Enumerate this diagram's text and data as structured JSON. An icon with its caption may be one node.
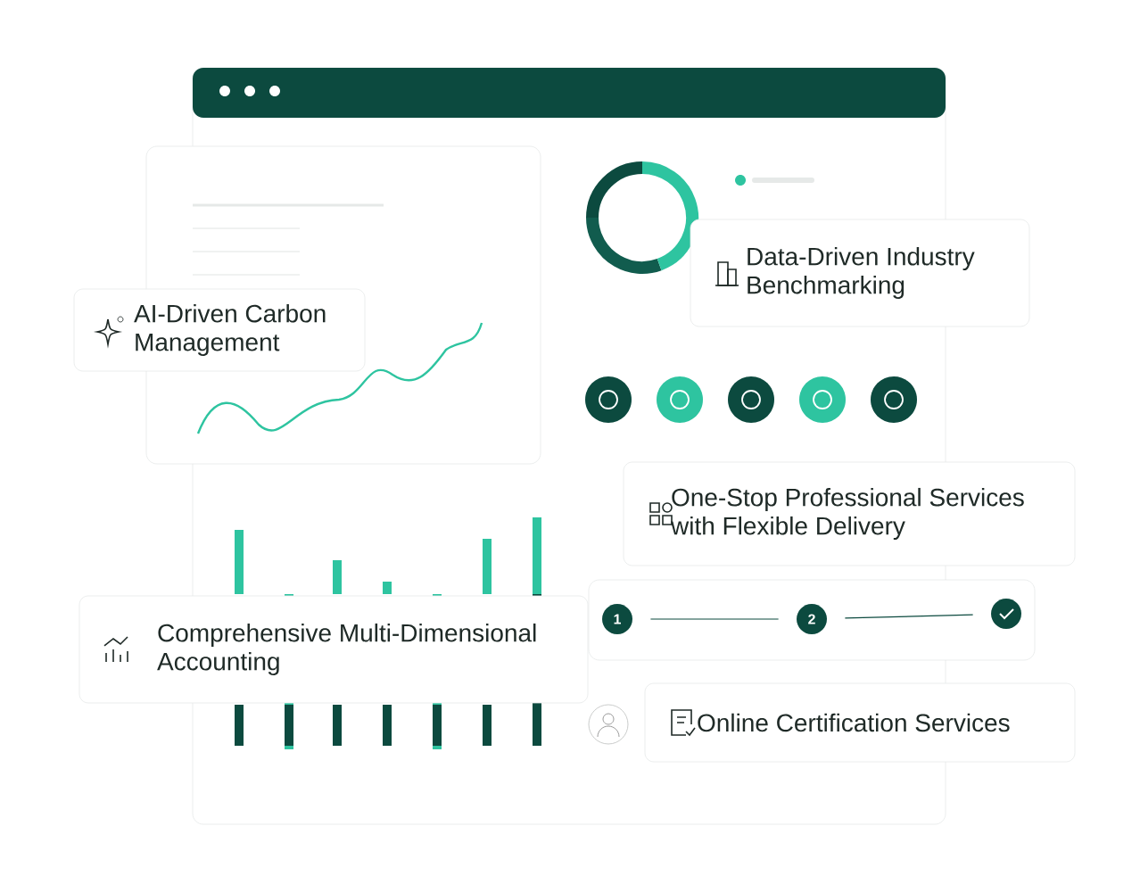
{
  "diagram": {
    "nodes": [
      {
        "text": [
          "Data-Driven Industry Benchmarking"
        ]
      },
      {
        "text": [
          "AI-Driven Carbon Management"
        ]
      },
      {
        "text": [
          "One-Stop Professional Services with Flexible Delivery"
        ]
      },
      {
        "text": [
          "1"
        ]
      },
      {
        "text": [
          "2"
        ]
      },
      {
        "text": [],
        "shape": "circle"
      },
      {
        "text": [
          "Comprehensive Multi-Dimensional Accounting"
        ]
      },
      {
        "text": [
          "Online Certification Services"
        ]
      }
    ],
    "edges": [
      {
        "from": 3,
        "to": 4,
        "arrow": "none"
      },
      {
        "from": 4,
        "to": 5,
        "arrow": "none"
      }
    ]
  }
}
